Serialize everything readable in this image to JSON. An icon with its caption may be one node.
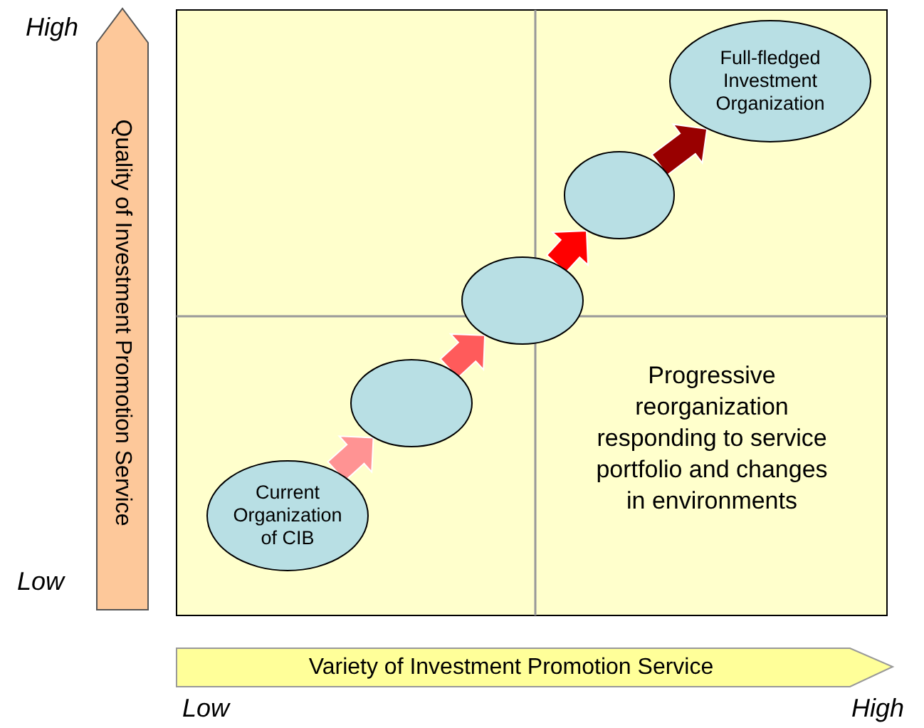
{
  "diagram": {
    "nodes": [
      {
        "text": [
          "Current Organization of CIB"
        ]
      },
      {
        "text": [],
        "shape": "circle"
      },
      {
        "text": [],
        "shape": "circle"
      },
      {
        "text": [],
        "shape": "circle"
      },
      {
        "text": [
          "Full-fledged Investment Organization"
        ]
      }
    ],
    "edges": [
      {
        "from": 0,
        "to": 1,
        "arrow": "to",
        "style": "thick",
        "color": "#ff9393"
      },
      {
        "from": 1,
        "to": 2,
        "arrow": "to",
        "style": "thick",
        "color": "#ff5b5b"
      },
      {
        "from": 2,
        "to": 3,
        "arrow": "to",
        "style": "thick",
        "color": "#ff0000"
      },
      {
        "from": 3,
        "to": 4,
        "arrow": "to",
        "style": "thick",
        "color": "#990000"
      }
    ],
    "labels": [
      "High",
      "Quality of Investment Promotion Service",
      "Progressive reorganization responding to service portfolio and changes in environments",
      "Low",
      "Variety of Investment Promotion Service",
      "Low",
      "High"
    ]
  }
}
